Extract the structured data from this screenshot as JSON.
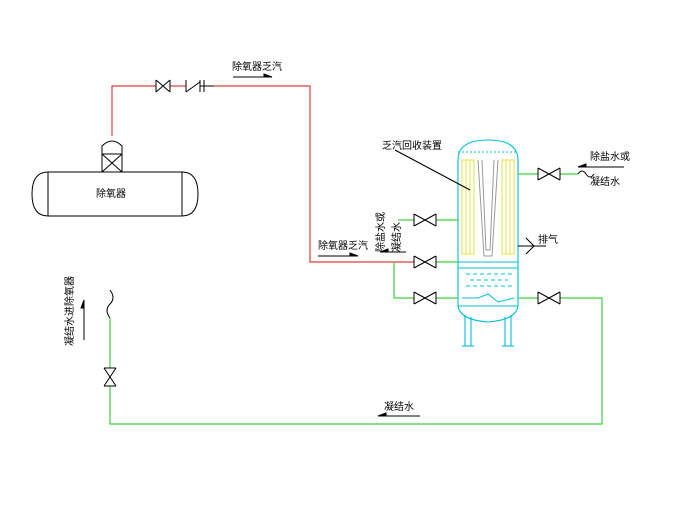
{
  "labels": {
    "deaerator": "除氧器",
    "deaerator_exhaust_top": "除氧器乏汽",
    "deaerator_exhaust_mid": "除氧器乏汽",
    "recovery_device": "乏汽回收装置",
    "desalted_or_condensate_right": "除盐水或",
    "condensate_right": "凝结水",
    "desalted_or_condensate_mid_1": "除盐水或",
    "desalted_or_condensate_mid_2": "凝结水",
    "vent": "排气",
    "condensate_bottom": "凝结水",
    "condensate_to_deaerator": "凝结水进除氧器"
  },
  "colors": {
    "steam_line": "#e23c3c",
    "water_line": "#3cd23c",
    "equipment": "#00c0d8",
    "coil": "#e8e84a",
    "drawing": "#000000"
  },
  "icons": [
    "gate-valve",
    "check-valve",
    "pipe-break",
    "flow-arrow"
  ]
}
